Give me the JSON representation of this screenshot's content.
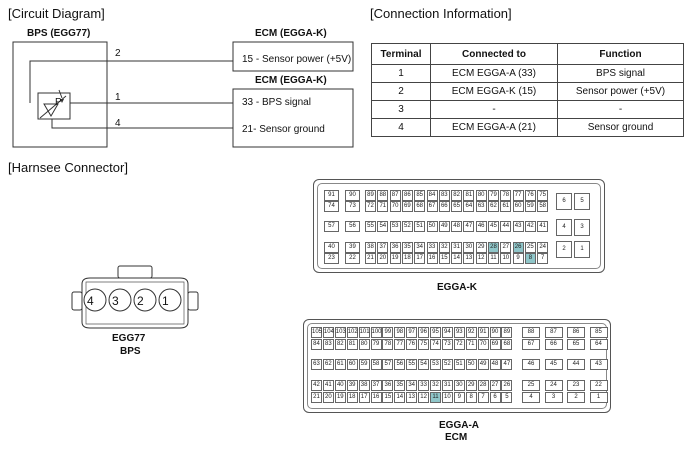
{
  "titles": {
    "circuit": "[Circuit Diagram]",
    "connection": "[Connection Information]",
    "harness": "[Harnsee Connector]"
  },
  "circuit": {
    "sensor_label": "BPS (EGG77)",
    "ecm_label_1": "ECM (EGGA-K)",
    "ecm_label_2": "ECM (EGGA-K)",
    "pin_nums": [
      "2",
      "1",
      "4"
    ],
    "sensor_symbol": "P",
    "ecm_lines": [
      "15 - Sensor power (+5V)",
      "33 - BPS signal",
      "21- Sensor ground"
    ]
  },
  "connection_table": {
    "headers": [
      "Terminal",
      "Connected to",
      "Function"
    ],
    "rows": [
      [
        "1",
        "ECM EGGA-A (33)",
        "BPS signal"
      ],
      [
        "2",
        "ECM EGGA-K (15)",
        "Sensor power (+5V)"
      ],
      [
        "3",
        "-",
        "-"
      ],
      [
        "4",
        "ECM EGGA-A (21)",
        "Sensor ground"
      ]
    ]
  },
  "connectors": {
    "bps": {
      "pins": [
        "4",
        "3",
        "2",
        "1"
      ],
      "name": "EGG77",
      "sub": "BPS"
    },
    "eggak": {
      "name": "EGGA-K",
      "highlight_color": "#8fc6c9",
      "highlighted": [
        "28",
        "26",
        "8"
      ],
      "rows": [
        [
          [
            "91",
            "90"
          ],
          [
            "89",
            "88",
            "87",
            "86",
            "85",
            "84",
            "83",
            "82",
            "81",
            "80",
            "79",
            "78",
            "77",
            "76",
            "75"
          ],
          [
            "6",
            "5"
          ]
        ],
        [
          [
            "74",
            "73"
          ],
          [
            "72",
            "71",
            "70",
            "69",
            "68",
            "67",
            "66",
            "65",
            "64",
            "63",
            "62",
            "61",
            "60",
            "59",
            "58"
          ],
          []
        ],
        [
          [
            "57",
            "56"
          ],
          [
            "55",
            "54",
            "53",
            "52",
            "51",
            "50",
            "49",
            "48",
            "47",
            "46",
            "45",
            "44",
            "43",
            "42",
            "41"
          ],
          [
            "4",
            "3"
          ]
        ],
        [
          [
            "40",
            "39"
          ],
          [
            "38",
            "37",
            "36",
            "35",
            "34",
            "33",
            "32",
            "31",
            "30",
            "29",
            "28",
            "27",
            "26",
            "25",
            "24"
          ],
          [
            "2",
            "1"
          ]
        ],
        [
          [
            "23",
            "22"
          ],
          [
            "21",
            "20",
            "19",
            "18",
            "17",
            "16",
            "15",
            "14",
            "13",
            "12",
            "11",
            "10",
            "9",
            "8",
            "7"
          ],
          []
        ]
      ]
    },
    "eggaa": {
      "name": "EGGA-A",
      "sub": "ECM",
      "highlighted": [
        "11"
      ],
      "rows": [
        [
          [
            "105",
            "104",
            "103",
            "102",
            "101",
            "100",
            "99",
            "98",
            "97",
            "96",
            "95",
            "94",
            "93",
            "92",
            "91",
            "90",
            "89"
          ],
          [
            "88",
            "87",
            "86",
            "85"
          ]
        ],
        [
          [
            "84",
            "83",
            "82",
            "81",
            "80",
            "79",
            "78",
            "77",
            "76",
            "75",
            "74",
            "73",
            "72",
            "71",
            "70",
            "69",
            "68"
          ],
          [
            "67",
            "66",
            "65",
            "64"
          ]
        ],
        [
          [
            "63",
            "62",
            "61",
            "60",
            "59",
            "58",
            "57",
            "56",
            "55",
            "54",
            "53",
            "52",
            "51",
            "50",
            "49",
            "48",
            "47"
          ],
          [
            "46",
            "45",
            "44",
            "43"
          ]
        ],
        [
          [
            "42",
            "41",
            "40",
            "39",
            "38",
            "37",
            "36",
            "35",
            "34",
            "33",
            "32",
            "31",
            "30",
            "29",
            "28",
            "27",
            "26"
          ],
          [
            "25",
            "24",
            "23",
            "22"
          ]
        ],
        [
          [
            "21",
            "20",
            "19",
            "18",
            "17",
            "16",
            "15",
            "14",
            "13",
            "12",
            "11",
            "10",
            "9",
            "8",
            "7",
            "6",
            "5"
          ],
          [
            "4",
            "3",
            "2",
            "1"
          ]
        ]
      ]
    }
  }
}
